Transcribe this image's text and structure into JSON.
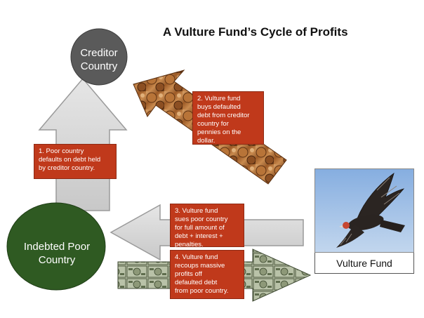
{
  "title": "A Vulture Fund’s Cycle of Profits",
  "nodes": {
    "creditor": {
      "line1": "Creditor",
      "line2": "Country",
      "color": "#5a5a5a"
    },
    "poor": {
      "line1": "Indebted Poor",
      "line2": "Country",
      "color": "#2f5a22"
    },
    "vulture": {
      "caption": "Vulture Fund"
    }
  },
  "steps": [
    {
      "lines": [
        "1. Poor country",
        "defaults on debt held",
        "by creditor country."
      ]
    },
    {
      "lines": [
        "2. Vulture fund",
        "buys defaulted",
        "debt from creditor",
        "country for",
        "pennies on the",
        "dollar."
      ]
    },
    {
      "lines": [
        "3. Vulture fund",
        "sues poor country",
        "for full amount of",
        "debt + interest +",
        "penalties."
      ]
    },
    {
      "lines": [
        "4. Vulture fund",
        "recoups massive",
        "profits off",
        "defaulted debt",
        "from poor country."
      ]
    }
  ],
  "colors": {
    "step_box": "#c0391b",
    "arrow_gray": "#d4d4d4",
    "copper": "#a0602a",
    "money_green": "#7e8a6e",
    "sky": "#a9c4e6"
  },
  "icons": {
    "vulture": "vulture-bird-photo",
    "pennies": "copper-coin-texture",
    "dollars": "dollar-bill-texture"
  }
}
